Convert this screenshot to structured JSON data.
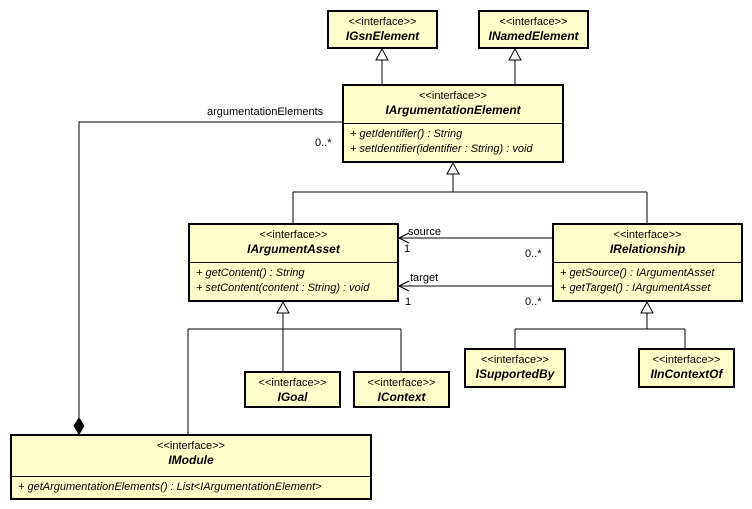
{
  "stereotype": "<<interface>>",
  "classes": {
    "gsn": {
      "name": "IGsnElement"
    },
    "named": {
      "name": "INamedElement"
    },
    "argel": {
      "name": "IArgumentationElement",
      "ops": [
        "+ getIdentifier() : String",
        "+ setIdentifier(identifier : String) : void"
      ]
    },
    "asset": {
      "name": "IArgumentAsset",
      "ops": [
        "+ getContent() : String",
        "+ setContent(content : String) : void"
      ]
    },
    "rel": {
      "name": "IRelationship",
      "ops": [
        "+ getSource() : IArgumentAsset",
        "+ getTarget() : IArgumentAsset"
      ]
    },
    "goal": {
      "name": "IGoal"
    },
    "context": {
      "name": "IContext"
    },
    "supported": {
      "name": "ISupportedBy"
    },
    "incontext": {
      "name": "IInContextOf"
    },
    "module": {
      "name": "IModule",
      "ops": [
        "+ getArgumentationElements() : List<IArgumentationElement>"
      ]
    }
  },
  "labels": {
    "argumentation_elements": "argumentationElements",
    "mult_many_top": "0..*",
    "source": "source",
    "source_mult_one": "1",
    "source_mult_many": "0..*",
    "target": "target",
    "target_mult_one": "1",
    "target_mult_many": "0..*"
  }
}
